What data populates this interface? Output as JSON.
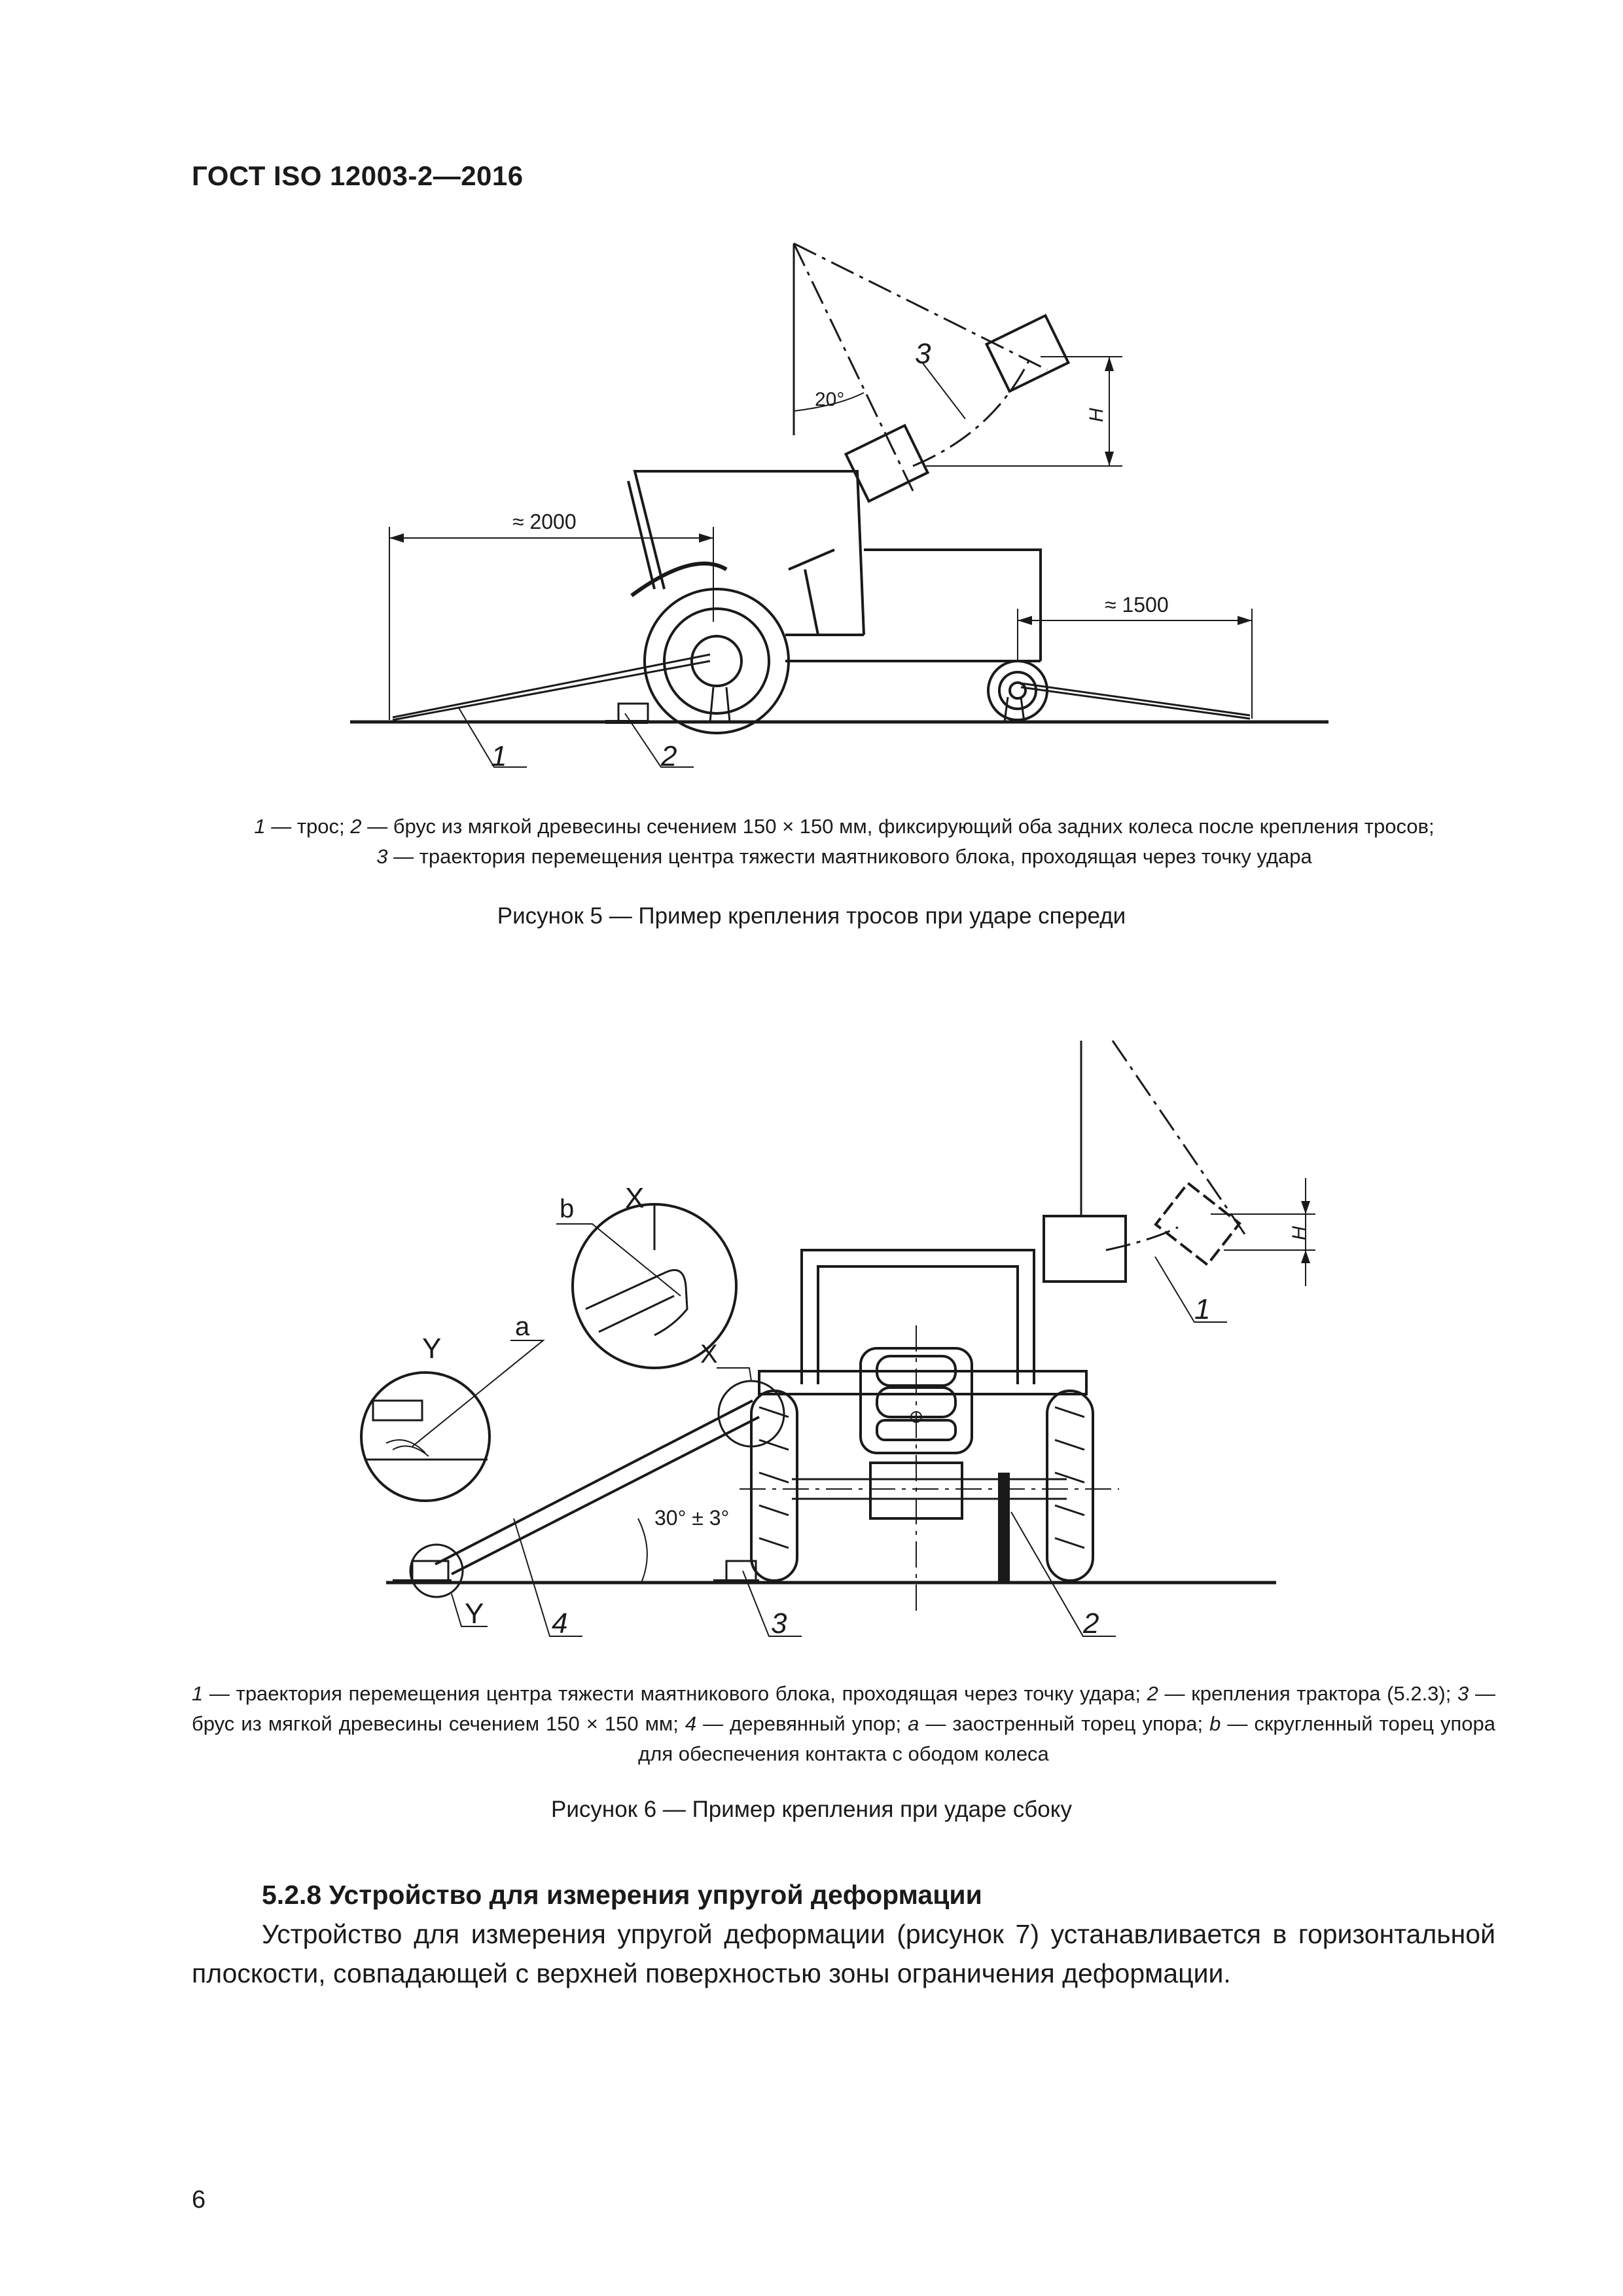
{
  "header": {
    "doc_id": "ГОСТ ISO 12003-2—2016"
  },
  "figure5": {
    "labels": {
      "dim_left": "≈ 2000",
      "dim_right": "≈ 1500",
      "angle": "20°",
      "h": "H",
      "n1": "1",
      "n2": "2",
      "n3": "3"
    },
    "legend": {
      "l1_num": "1",
      "l1_text": " — трос; ",
      "l2_num": "2",
      "l2_text": " — брус из мягкой древесины сечением 150 × 150 мм, фиксирующий оба задних колеса после крепления тросов;",
      "l3_num": "3",
      "l3_text": " — траектория перемещения центра тяжести маятникового блока, проходящая через точку удара"
    },
    "caption": "Рисунок 5 — Пример крепления тросов при ударе спереди"
  },
  "figure6": {
    "labels": {
      "x_top": "X",
      "b": "b",
      "y_left": "Y",
      "a": "a",
      "x_mid": "X",
      "angle": "30° ± 3°",
      "h": "H",
      "y_bottom": "Y",
      "n1": "1",
      "n2": "2",
      "n3": "3",
      "n4": "4"
    },
    "legend": {
      "p1": "1",
      "t1": " — траектория перемещения центра тяжести маятникового блока, проходящая через точку удара; ",
      "p2": "2",
      "t2": " — крепления трактора (5.2.3); ",
      "p3": "3",
      "t3": " — брус из мягкой древесины сечением 150 × 150 мм; ",
      "p4": "4",
      "t4": " — деревянный упор; ",
      "pa": "a",
      "ta": " — заостренный торец упора; ",
      "pb": "b",
      "tb": " — скругленный торец упора для обеспечения контакта с ободом колеса"
    },
    "caption": "Рисунок 6 — Пример крепления при ударе сбоку"
  },
  "section": {
    "title": "5.2.8 Устройство для измерения упругой деформации",
    "paragraph": "Устройство для измерения упругой деформации (рисунок 7) устанавливается в горизонтальной плоскости, совпадающей с верхней поверхностью зоны ограничения деформации."
  },
  "page_number": "6"
}
